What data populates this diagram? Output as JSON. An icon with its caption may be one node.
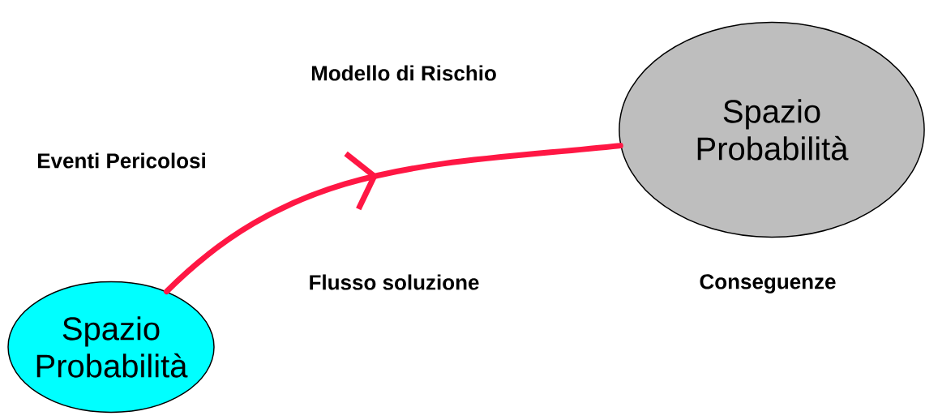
{
  "diagram": {
    "nodes": [
      {
        "text": [
          "Spazio Probabilità"
        ]
      },
      {
        "text": [
          "Spazio Probabilità"
        ]
      }
    ],
    "edges": [
      {
        "from": 0,
        "to": 1,
        "arrow": "to",
        "color": "#ff1744"
      }
    ],
    "labels": [
      "Modello di Rischio",
      "Eventi Pericolosi",
      "Flusso soluzione",
      "Conseguenze"
    ]
  }
}
